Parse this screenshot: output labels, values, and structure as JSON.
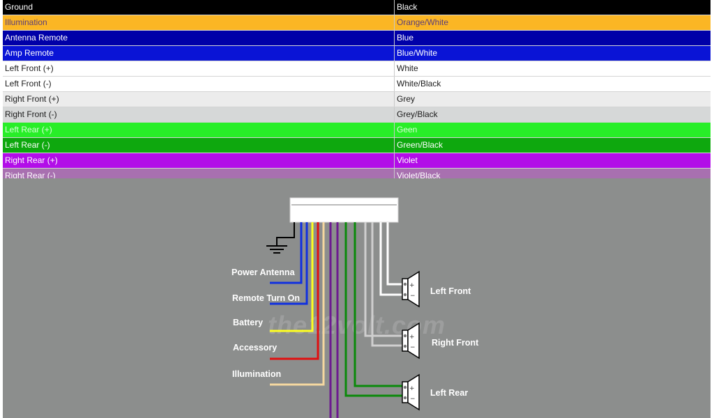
{
  "wire_table": {
    "rows": [
      {
        "function": "Ground",
        "color": "Black",
        "bg": "#000000",
        "fg": "#ffffff"
      },
      {
        "function": "Illumination",
        "color": "Orange/White",
        "bg": "#fbb624",
        "fg": "#5a3d7a"
      },
      {
        "function": "Antenna Remote",
        "color": "Blue",
        "bg": "#0000a8",
        "fg": "#ffffff"
      },
      {
        "function": "Amp Remote",
        "color": "Blue/White",
        "bg": "#0a14d6",
        "fg": "#ffffff"
      },
      {
        "function": "Left Front (+)",
        "color": "White",
        "bg": "#ffffff",
        "fg": "#1a1a1a"
      },
      {
        "function": "Left Front (-)",
        "color": "White/Black",
        "bg": "#ffffff",
        "fg": "#1a1a1a"
      },
      {
        "function": "Right Front (+)",
        "color": "Grey",
        "bg": "#ececec",
        "fg": "#1a1a1a"
      },
      {
        "function": "Right Front (-)",
        "color": "Grey/Black",
        "bg": "#d6d8d8",
        "fg": "#1a1a1a"
      },
      {
        "function": "Left Rear (+)",
        "color": "Geen",
        "bg": "#28ee28",
        "fg": "#d9ffd9"
      },
      {
        "function": "Left Rear (-)",
        "color": "Green/Black",
        "bg": "#0ea80e",
        "fg": "#ffffff"
      },
      {
        "function": "Right Rear (+)",
        "color": "Violet",
        "bg": "#b20ee8",
        "fg": "#ffffff"
      },
      {
        "function": "Right Rear (-)",
        "color": "Violet/Black",
        "bg": "#a870b0",
        "fg": "#ffffff"
      }
    ]
  },
  "diagram": {
    "labels": {
      "power_antenna": "Power Antenna",
      "remote_turn_on": "Remote Turn On",
      "battery": "Battery",
      "accessory": "Accessory",
      "illumination": "Illumination",
      "left_front": "Left Front",
      "right_front": "Right Front",
      "left_rear": "Left Rear"
    },
    "watermark": "the12volt.com",
    "wire_colors": {
      "blue": "#1030e0",
      "yellow": "#ffff20",
      "red": "#e01010",
      "orange_white": "#f6d8a0",
      "violet": "#6c1a90",
      "green": "#0a8a0a",
      "white": "#ffffff",
      "grey": "#cfcfcf",
      "ground": "#000000"
    }
  }
}
